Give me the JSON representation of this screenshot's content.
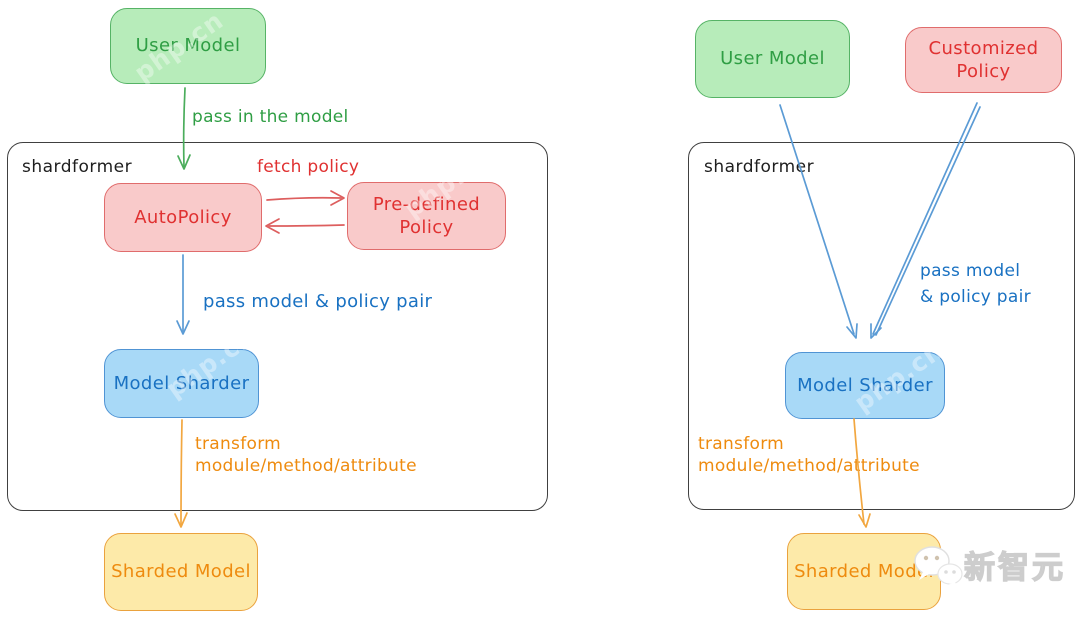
{
  "colors": {
    "green_fill": "#b7ecba",
    "green_border": "#56b366",
    "green_text": "#2f9e44",
    "green_arrow": "#4bad5c",
    "red_fill": "#f9caca",
    "red_border": "#e06c6c",
    "red_text": "#e03131",
    "red_arrow": "#dd5e5e",
    "blue_fill": "#a8d9f7",
    "blue_border": "#5094d4",
    "blue_text": "#1971c2",
    "blue_arrow": "#5b9bd5",
    "yellow_fill": "#fdeaa9",
    "yellow_border": "#eaa23e",
    "orange_text": "#ee8b0f",
    "orange_arrow": "#f2a740",
    "container_border": "#404040",
    "label_color": "#1e1e1e",
    "watermark_gray": "#d8d8d8"
  },
  "left_diagram": {
    "user_model": "User Model",
    "pass_in_label": "pass in the model",
    "container_label": "shardformer",
    "auto_policy": "AutoPolicy",
    "fetch_policy_label": "fetch policy",
    "predefined_policy": {
      "line1": "Pre-defined",
      "line2": "Policy"
    },
    "pass_pair_label": "pass model & policy pair",
    "model_sharder": "Model Sharder",
    "transform_label": {
      "line1": "transform",
      "line2": "module/method/attribute"
    },
    "sharded_model": "Sharded Model"
  },
  "right_diagram": {
    "user_model": "User Model",
    "customized_policy": {
      "line1": "Customized",
      "line2": "Policy"
    },
    "container_label": "shardformer",
    "pass_pair_label": {
      "line1": "pass model",
      "line2": "& policy pair"
    },
    "model_sharder": "Model Sharder",
    "transform_label": {
      "line1": "transform",
      "line2": "module/method/attribute"
    },
    "sharded_model": "Sharded Model"
  },
  "watermark": {
    "brand": "新智元",
    "icon": "wechat-icon",
    "ghost": "php.cn"
  }
}
